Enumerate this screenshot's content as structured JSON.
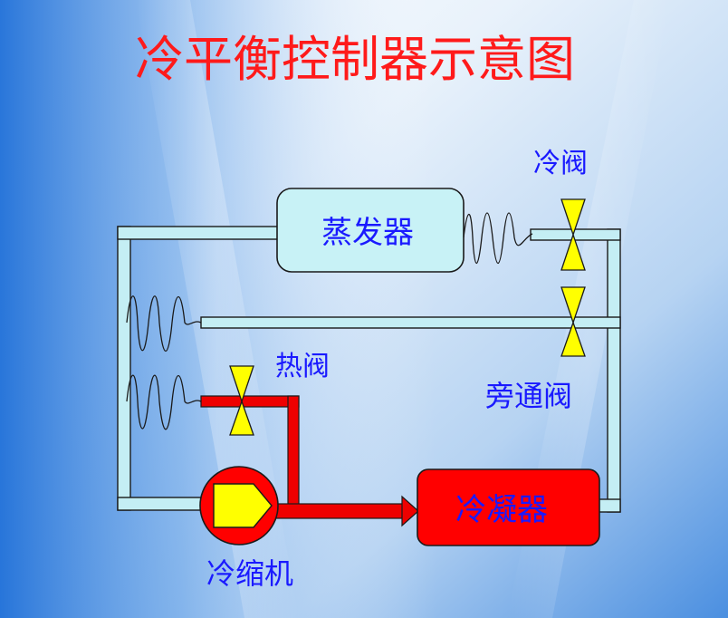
{
  "title": "冷平衡控制器示意图",
  "labels": {
    "cold_valve": "冷阀",
    "evaporator": "蒸发器",
    "hot_valve": "热阀",
    "bypass_valve": "旁通阀",
    "compressor": "冷缩机",
    "condenser": "冷凝器"
  },
  "colors": {
    "title": "#ff1a1a",
    "label": "#1a1aff",
    "evaporator_fill": "#c8f2f6",
    "condenser_fill": "#ff0000",
    "hot_pipe": "#ee0000",
    "cold_pipe": "#c4eef4",
    "valve_fill": "#ffff00",
    "compressor_inner": "#ffff00"
  }
}
